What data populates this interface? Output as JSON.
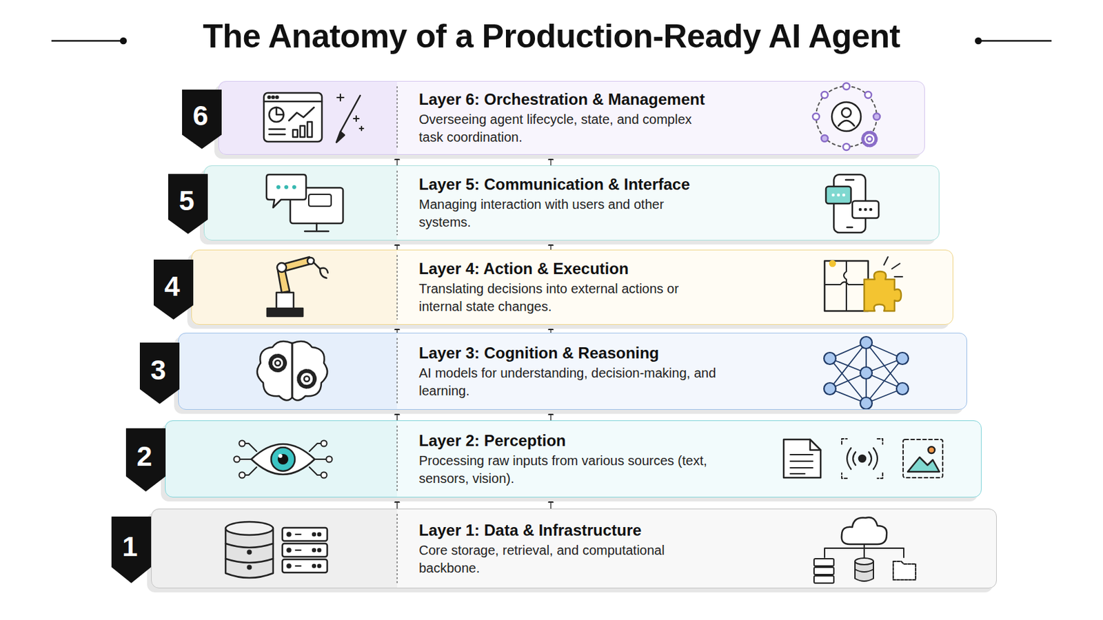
{
  "diagram": {
    "title": "The Anatomy of a Production-Ready AI Agent",
    "nodes": [
      {
        "text": [
          "6"
        ]
      },
      {
        "text": [
          "Layer 6: Orchestration & Management",
          "Overseeing agent lifecycle, state, and complex task coordination."
        ]
      },
      {
        "text": [
          "5"
        ]
      },
      {
        "text": [
          "Layer 5: Communication & Interface",
          "Managing interaction with users and other systems."
        ]
      },
      {
        "text": [
          "4"
        ]
      },
      {
        "text": [
          "Layer 4: Action & Execution",
          "Translating decisions into external actions or internal state changes."
        ]
      },
      {
        "text": [
          "3"
        ]
      },
      {
        "text": [
          "Layer 3: Cognition & Reasoning",
          "AI models for understanding, decision-making, and learning."
        ]
      },
      {
        "text": [
          "2"
        ]
      },
      {
        "text": [
          "Layer 2: Perception",
          "Processing raw inputs from various sources (text, sensors, vision)."
        ]
      },
      {
        "text": [
          "1"
        ]
      },
      {
        "text": [
          "Layer 1: Data & Infrastructure",
          "Core storage, retrieval, and computational backbone."
        ]
      }
    ],
    "edges": [
      {
        "from": 11,
        "to": 9,
        "arrow": "to"
      },
      {
        "from": 11,
        "to": 9,
        "arrow": "to"
      },
      {
        "from": 9,
        "to": 7,
        "arrow": "to"
      },
      {
        "from": 9,
        "to": 7,
        "arrow": "to"
      },
      {
        "from": 7,
        "to": 5,
        "arrow": "to"
      },
      {
        "from": 7,
        "to": 5,
        "arrow": "to"
      },
      {
        "from": 5,
        "to": 3,
        "arrow": "to"
      },
      {
        "from": 5,
        "to": 3,
        "arrow": "to"
      },
      {
        "from": 3,
        "to": 1,
        "arrow": "to"
      },
      {
        "from": 3,
        "to": 1,
        "arrow": "to"
      }
    ]
  }
}
